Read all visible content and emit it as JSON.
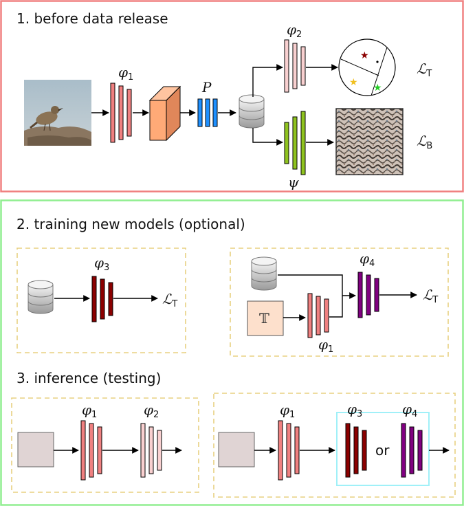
{
  "sections": {
    "before": {
      "title": "1. before data release"
    },
    "training": {
      "title": "2. training new models (optional)"
    },
    "inference": {
      "title": "3. inference (testing)"
    }
  },
  "labels": {
    "phi": "φ",
    "psi": "ψ",
    "P": "P",
    "L": "ℒ",
    "T_sub": "T",
    "B_sub": "B",
    "s1": "1",
    "s2": "2",
    "s3": "3",
    "s4": "4",
    "Tset": "𝕋",
    "or": "or"
  },
  "colors": {
    "sec1_border": "#f08080",
    "sec2_border": "#90ee90",
    "dashed": "#e8d080",
    "phi1": "#f08080",
    "phi2": "#f9d0d0",
    "phi3": "#8b0000",
    "phi4": "#800080",
    "psi": "#8fc31f",
    "P": "#1e90ff",
    "cube": "#ffaa77",
    "Tbox": "#fde0cc",
    "inputbox": "#e0d4d4",
    "inference_highlight": "#a0f0f8"
  }
}
